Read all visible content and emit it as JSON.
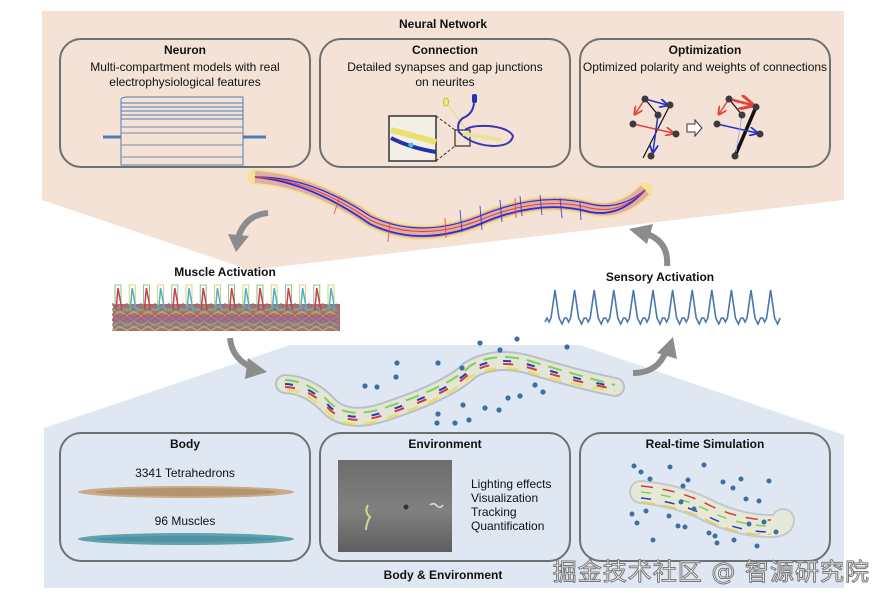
{
  "neural_network": {
    "title": "Neural Network",
    "panels": [
      {
        "title": "Neuron",
        "description_lines": [
          "Multi-compartment models with real",
          "electrophysiological features"
        ]
      },
      {
        "title": "Connection",
        "description_lines": [
          "Detailed synapses and gap junctions",
          "on neurites"
        ]
      },
      {
        "title": "Optimization",
        "description_lines": [
          "Optimized polarity and weights of connections"
        ]
      }
    ],
    "background_color": "#f5e2d6"
  },
  "muscle_activation": {
    "title": "Muscle Activation"
  },
  "sensory_activation": {
    "title": "Sensory Activation"
  },
  "body_environment": {
    "title": "Body & Environment",
    "background_color": "#dfe8f2",
    "panels": [
      {
        "title": "Body",
        "items": [
          "3341 Tetrahedrons",
          "96 Muscles"
        ]
      },
      {
        "title": "Environment",
        "features": [
          "Lighting effects",
          "Visualization",
          "Tracking",
          "Quantification"
        ]
      },
      {
        "title": "Real-time Simulation"
      }
    ]
  },
  "colors": {
    "panel_border": "#6f6f6f",
    "arrow_gray": "#8c8c8c",
    "dot_blue": "#3d6fa6",
    "trace_blue": "#4a78ad",
    "edge_red": "#e0443c",
    "edge_blue": "#2233cc"
  },
  "watermark": "掘金技术社区 @ 智源研究院"
}
